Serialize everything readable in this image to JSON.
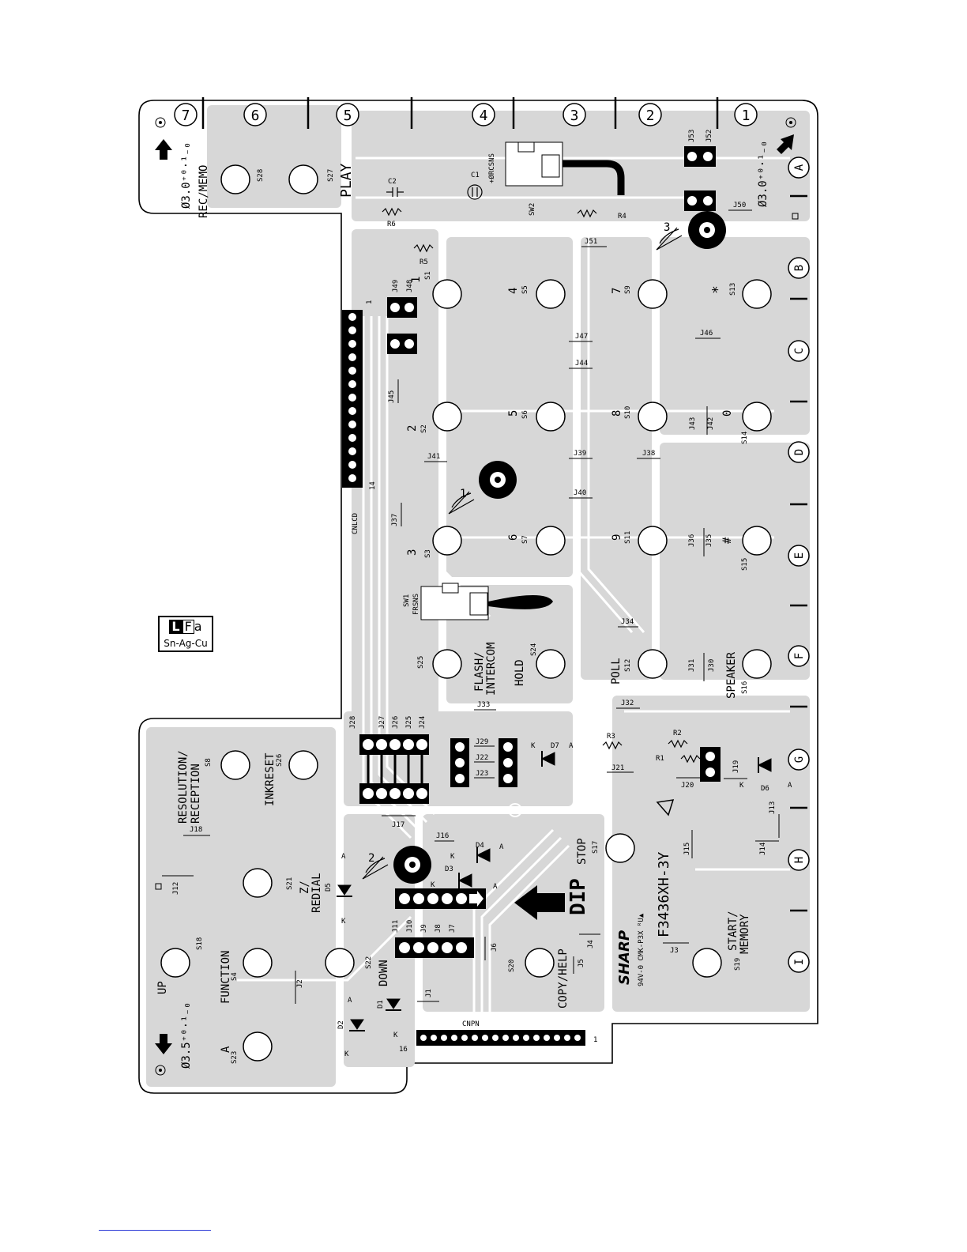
{
  "zones": [
    "7",
    "6",
    "5",
    "4",
    "3",
    "2",
    "1"
  ],
  "rows": [
    "A",
    "B",
    "C",
    "D",
    "E",
    "F",
    "G",
    "H",
    "I"
  ],
  "holes": {
    "top_left": "Ø3.0⁺⁰·¹₋₀",
    "top_right": "Ø3.0⁺⁰·¹₋₀",
    "bottom_left": "Ø3.5⁺⁰·¹₋₀"
  },
  "keys": {
    "rec_memo": "REC/MEMO",
    "play": "PLAY",
    "resolution": "RESOLUTION/",
    "reception": "RECEPTION",
    "inkreset": "INKRESET",
    "z_redial_1": "Z/",
    "z_redial_2": "REDIAL",
    "function": "FUNCTION",
    "up": "UP",
    "down": "DOWN",
    "a": "A",
    "flash": "FLASH/",
    "intercom": "INTERCOM",
    "hold": "HOLD",
    "poll": "POLL",
    "speaker": "SPEAKER",
    "stop": "STOP",
    "copy_help": "COPY/HELP",
    "start": "START/",
    "memory": "MEMORY",
    "dip": "DIP",
    "n1": "1",
    "n2": "2",
    "n3": "3",
    "n4": "4",
    "n5": "5",
    "n6": "6",
    "n7": "7",
    "n8": "8",
    "n9": "9",
    "n0": "0",
    "star": "*",
    "hash": "#"
  },
  "switches": {
    "s1": "S1",
    "s2": "S2",
    "s3": "S3",
    "s4": "S4",
    "s5": "S5",
    "s6": "S6",
    "s7": "S7",
    "s8": "S8",
    "s9": "S9",
    "s10": "S10",
    "s11": "S11",
    "s12": "S12",
    "s13": "S13",
    "s14": "S14",
    "s15": "S15",
    "s16": "S16",
    "s17": "S17",
    "s18": "S18",
    "s19": "S19",
    "s20": "S20",
    "s21": "S21",
    "s22": "S22",
    "s23": "S23",
    "s24": "S24",
    "s25": "S25",
    "s26": "S26",
    "s27": "S27",
    "s28": "S28"
  },
  "jumpers": {
    "j1": "J1",
    "j2": "J2",
    "j3": "J3",
    "j4": "J4",
    "j5": "J5",
    "j6": "J6",
    "j7": "J7",
    "j8": "J8",
    "j9": "J9",
    "j10": "J10",
    "j11": "J11",
    "j12": "J12",
    "j13": "J13",
    "j14": "J14",
    "j15": "J15",
    "j16": "J16",
    "j17": "J17",
    "j18": "J18",
    "j19": "J19",
    "j20": "J20",
    "j21": "J21",
    "j22": "J22",
    "j23": "J23",
    "j24": "J24",
    "j25": "J25",
    "j26": "J26",
    "j27": "J27",
    "j28": "J28",
    "j29": "J29",
    "j30": "J30",
    "j31": "J31",
    "j32": "J32",
    "j33": "J33",
    "j34": "J34",
    "j35": "J35",
    "j36": "J36",
    "j37": "J37",
    "j38": "J38",
    "j39": "J39",
    "j40": "J40",
    "j41": "J41",
    "j42": "J42",
    "j43": "J43",
    "j44": "J44",
    "j45": "J45",
    "j46": "J46",
    "j47": "J47",
    "j48": "J48",
    "j49": "J49",
    "j50": "J50",
    "j51": "J51",
    "j52": "J52",
    "j53": "J53"
  },
  "parts": {
    "c1": "C1",
    "c2": "C2",
    "r1": "R1",
    "r2": "R2",
    "r3": "R3",
    "r4": "R4",
    "r5": "R5",
    "r6": "R6",
    "d1": "D1",
    "d2": "D2",
    "d3": "D3",
    "d4": "D4",
    "d5": "D5",
    "d6": "D6",
    "d7": "D7",
    "sw1": "SW1",
    "frsns": "FRSNS",
    "sw2": "SW2",
    "rcsns": "+ØRCSNS",
    "cnlcd": "CNLCD",
    "cnpn": "CNPN",
    "cnlcd_p1": "1",
    "cnlcd_p14": "14",
    "cnpn_p1": "1",
    "cnpn_p16": "16",
    "k": "K",
    "anode": "A",
    "screw1": "1",
    "screw2": "2",
    "screw3": "3"
  },
  "marks": {
    "brand": "SHARP",
    "material": "94V-0 CMK-P3X",
    "ul": "ᴿU▲",
    "board_no": "F3436XH-3Y",
    "lf_l": "L",
    "lf_f": "F",
    "lf_a": "a",
    "alloy": "Sn-Ag-Cu"
  }
}
